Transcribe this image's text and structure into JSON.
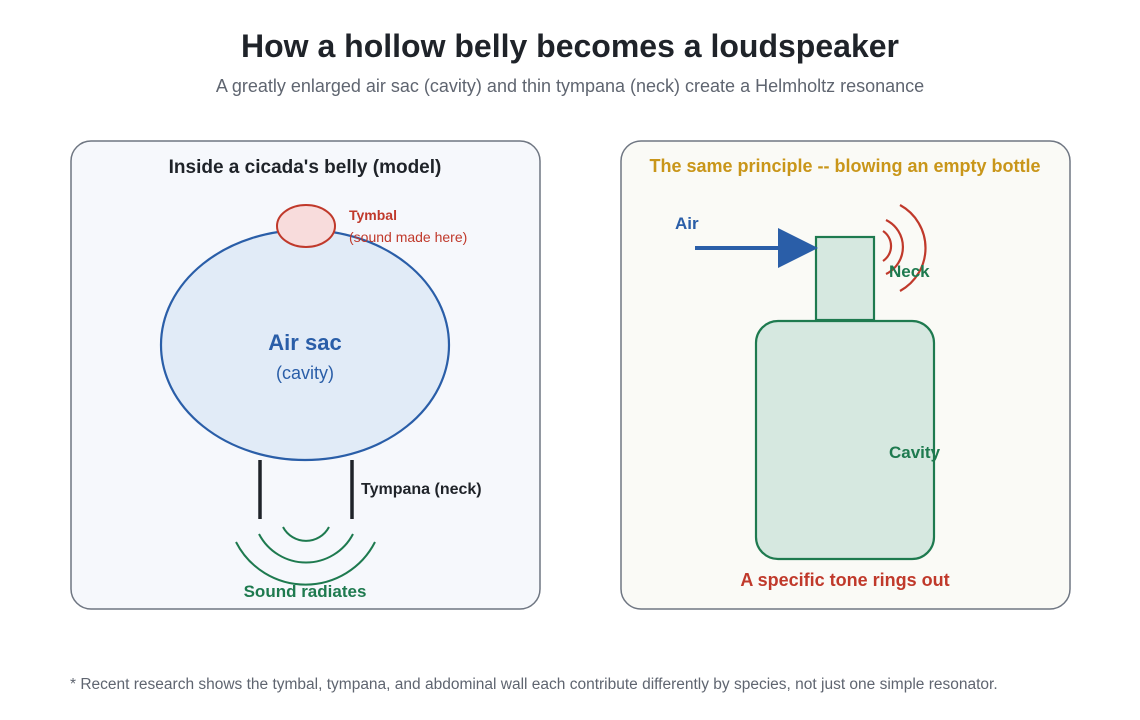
{
  "header": {
    "title": "How a hollow belly becomes a loudspeaker",
    "subtitle": "A greatly enlarged air sac (cavity) and thin tympana (neck) create a Helmholtz resonance"
  },
  "left_panel": {
    "title": "Inside a cicada's belly (model)",
    "tymbal_label": "Tymbal",
    "tymbal_note": "(sound made here)",
    "air_sac_label": "Air sac",
    "air_sac_note": "(cavity)",
    "tympana_label": "Tympana (neck)",
    "sound_label": "Sound radiates"
  },
  "right_panel": {
    "title": "The same principle -- blowing an empty bottle",
    "air_label": "Air",
    "neck_label": "Neck",
    "cavity_label": "Cavity",
    "tone_label": "A specific tone rings out"
  },
  "footnote": "* Recent research shows the tymbal, tympana, and abdominal wall each contribute differently by species, not just one simple resonator.",
  "colors": {
    "text_dark": "#1f2329",
    "text_muted": "#5f6570",
    "blue": "#2a5ea8",
    "red": "#c0392b",
    "green": "#1e7a4f",
    "gold": "#c9961a",
    "panel_left_bg": "#f6f8fc",
    "panel_right_bg": "#fafaf6",
    "panel_border": "#6f7682"
  }
}
